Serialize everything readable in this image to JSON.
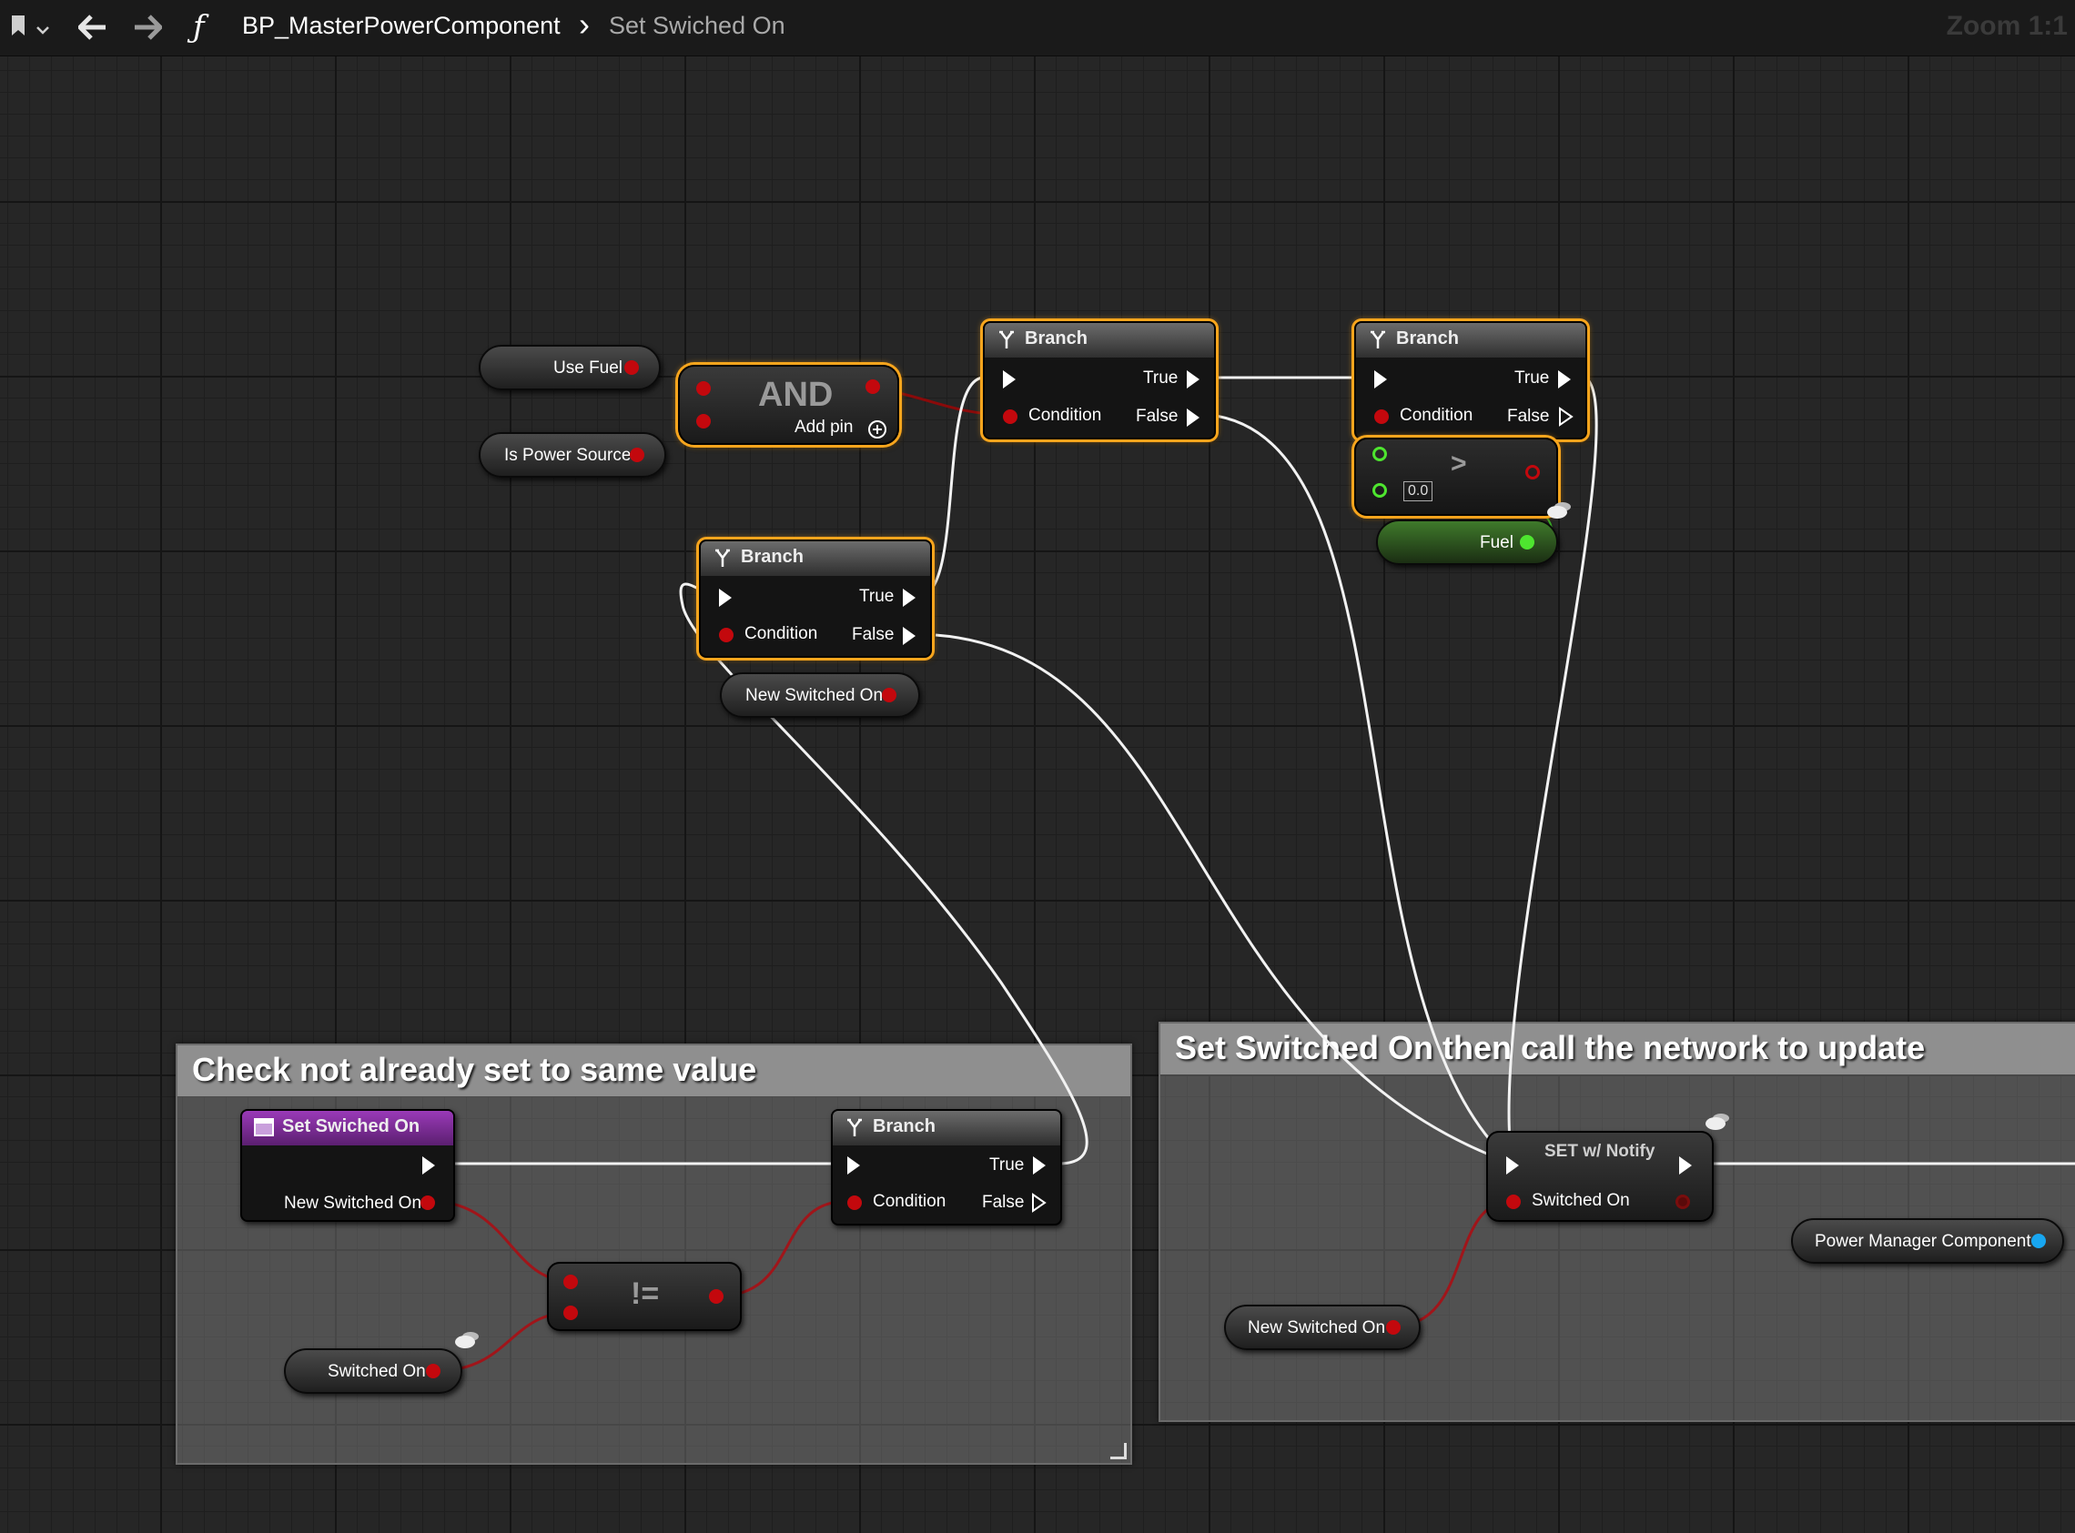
{
  "toolbar": {
    "function_icon": "ƒ",
    "blueprint_name": "BP_MasterPowerComponent",
    "breadcrumb_sep": "›",
    "function_name": "Set Swiched On",
    "zoom_label": "Zoom 1:1",
    "icons": [
      "bookmark-icon",
      "chevron-down-icon",
      "back-arrow-icon",
      "forward-arrow-icon",
      "function-icon"
    ]
  },
  "comments": {
    "left_title": "Check not already set to same value",
    "right_title": "Set Switched On then call the network to update"
  },
  "nodes": {
    "use_fuel": "Use Fuel",
    "is_power_source": "Is Power Source",
    "and": {
      "title": "AND",
      "add_pin": "Add pin"
    },
    "branch_title": "Branch",
    "pin_true": "True",
    "pin_false": "False",
    "pin_condition": "Condition",
    "new_switched_on": "New Switched On",
    "greater": {
      "op": ">",
      "default_value": "0.0"
    },
    "fuel": "Fuel",
    "function_entry": {
      "title": "Set Swiched On",
      "pin": "New Switched On"
    },
    "not_equal": {
      "op": "!="
    },
    "switched_on": "Switched On",
    "set_notify": {
      "title": "SET w/ Notify",
      "pin": "Switched On"
    },
    "power_manager": "Power Manager Component"
  },
  "colors": {
    "bool_pin": "#c3080d",
    "float_pin": "#4ee52f",
    "object_pin": "#18a6f0",
    "selection": "#f7a51d",
    "function_header": "#8a36a8"
  }
}
